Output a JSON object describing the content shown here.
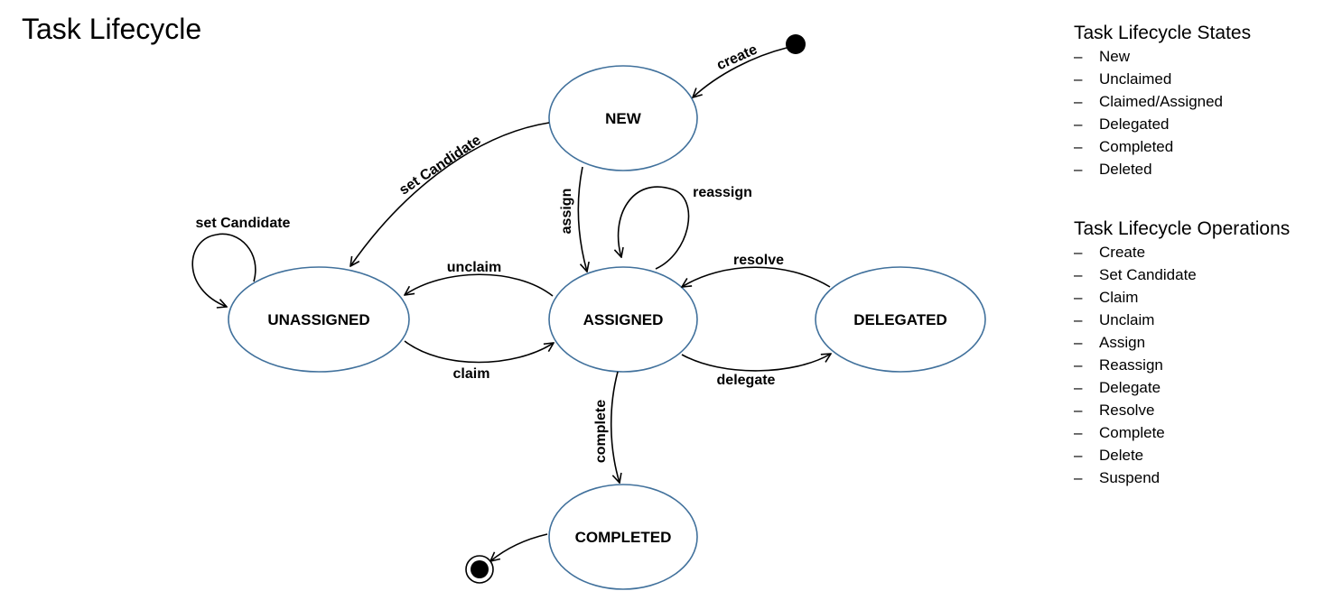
{
  "title": "Task Lifecycle",
  "states": {
    "new": "NEW",
    "unassigned": "UNASSIGNED",
    "assigned": "ASSIGNED",
    "delegated": "DELEGATED",
    "completed": "COMPLETED"
  },
  "transitions": {
    "create": "create",
    "set_candidate_new": "set Candidate",
    "assign": "assign",
    "set_candidate_self": "set Candidate",
    "reassign": "reassign",
    "unclaim": "unclaim",
    "claim": "claim",
    "resolve": "resolve",
    "delegate": "delegate",
    "complete": "complete"
  },
  "legend_states": {
    "heading": "Task Lifecycle States",
    "items": [
      "New",
      "Unclaimed",
      "Claimed/Assigned",
      "Delegated",
      "Completed",
      "Deleted"
    ]
  },
  "legend_operations": {
    "heading": "Task Lifecycle Operations",
    "items": [
      "Create",
      "Set Candidate",
      "Claim",
      "Unclaim",
      "Assign",
      "Reassign",
      "Delegate",
      "Resolve",
      "Complete",
      "Delete",
      "Suspend"
    ]
  },
  "colors": {
    "state_border": "#41719c",
    "arrow": "#000000"
  }
}
